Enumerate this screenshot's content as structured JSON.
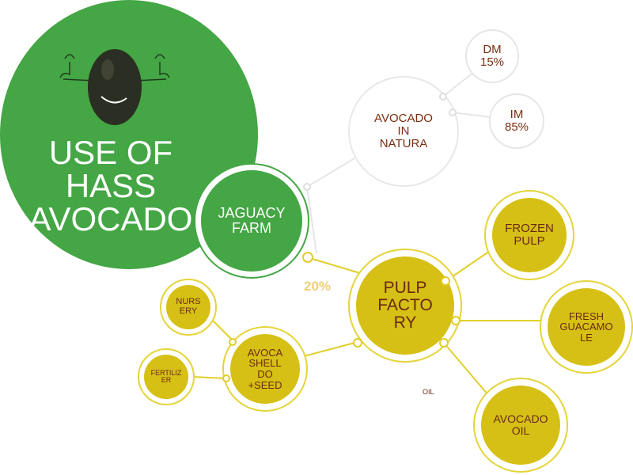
{
  "hero": {
    "title": "USE OF\nHASS\nAVOCADO"
  },
  "nodes": {
    "farm": "JAGUACY\nFARM",
    "natura": "AVOCADO\nIN\nNATURA",
    "dm": "DM\n15%",
    "im": "IM\n85%",
    "pulp_factory": "PULP\nFACTO\nRY",
    "frozen_pulp": "FROZEN\nPULP",
    "fresh_guacamole": "FRESH\nGUACAMO\nLE",
    "avocado_oil": "AVOCADO\nOIL",
    "nursery": "NURS\nERY",
    "shell_seed": "AVOCA\nSHELL\nDO\n+SEED",
    "fertilizer": "FERTILIZ\nER"
  },
  "labels": {
    "percent": "20%",
    "oil_small": "OIL"
  },
  "colors": {
    "green": "#44a644",
    "yellow": "#d6c015",
    "yellow_ring": "#e5d43a",
    "brown_text": "#7a2e10",
    "light_gray": "#e6e6e6"
  }
}
